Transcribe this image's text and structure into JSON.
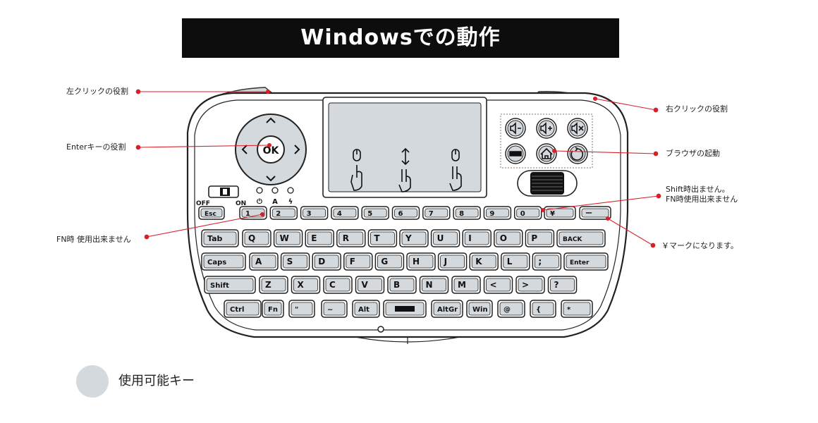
{
  "title": "Windowsでの動作",
  "callouts": {
    "left_click": "左クリックの役割",
    "enter": "Enterキーの役割",
    "fn": "FN時 使用出来ません",
    "right_click": "右クリックの役割",
    "browser": "ブラウザの起動",
    "shift_line1": "Shift時出ません。",
    "shift_line2": "FN時使用出来ません",
    "yen": "￥マークになります。"
  },
  "switch": {
    "off": "OFF",
    "on": "ON"
  },
  "dpad": {
    "center": "OK"
  },
  "indicators": [
    "⏻",
    "A",
    "ϟ"
  ],
  "keys": {
    "row0": [
      "Esc",
      "1",
      "2",
      "3",
      "4",
      "5",
      "6",
      "7",
      "8",
      "9",
      "0",
      "¥",
      "ー"
    ],
    "row1": [
      "Tab",
      "Q",
      "W",
      "E",
      "R",
      "T",
      "Y",
      "U",
      "I",
      "O",
      "P",
      "BACK"
    ],
    "row2": [
      "Caps",
      "A",
      "S",
      "D",
      "F",
      "G",
      "H",
      "J",
      "K",
      "L",
      ";",
      "Enter"
    ],
    "row3": [
      "Shift",
      "Z",
      "X",
      "C",
      "V",
      "B",
      "N",
      "M",
      "<",
      ">",
      "?"
    ],
    "row4": [
      "Ctrl",
      "Fn",
      "\"",
      "~",
      "Alt",
      "",
      "AltGr",
      "Win",
      "@",
      "{",
      "*"
    ]
  },
  "legend": {
    "label": "使用可能キー"
  },
  "colors": {
    "callout_red": "#d8202a",
    "key_highlight": "#d4d9dd",
    "title_bg": "#0d0d0d"
  }
}
